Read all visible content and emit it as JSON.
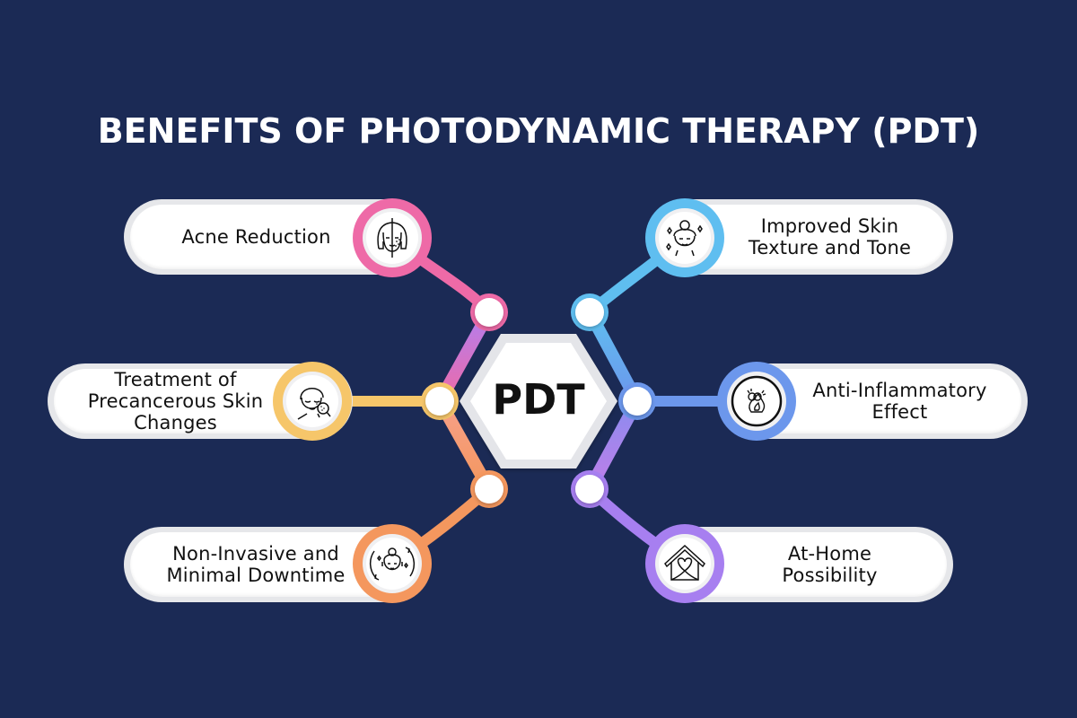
{
  "title": "BENEFITS OF PHOTODYNAMIC THERAPY (PDT)",
  "hub": {
    "label": "PDT"
  },
  "colors": {
    "background": "#1b2a55",
    "pink": "#ee6aa7",
    "sky": "#5fbef0",
    "yellow": "#f6c66a",
    "blue": "#6c97ec",
    "orange": "#f4975e",
    "purple": "#a77ff0"
  },
  "benefits": [
    {
      "id": "acne",
      "line1": "Acne Reduction",
      "line2": "",
      "line3": "",
      "icon": "half-face-acne-icon",
      "color": "pink"
    },
    {
      "id": "texture",
      "line1": "Improved Skin",
      "line2": "Texture and Tone",
      "line3": "",
      "icon": "glowing-face-towel-icon",
      "color": "sky"
    },
    {
      "id": "precancer",
      "line1": "Treatment of",
      "line2": "Precancerous Skin",
      "line3": "Changes",
      "icon": "face-magnifier-icon",
      "color": "yellow"
    },
    {
      "id": "inflammation",
      "line1": "Anti-Inflammatory",
      "line2": "Effect",
      "line3": "",
      "icon": "inflammation-fire-icon",
      "color": "blue"
    },
    {
      "id": "noninvasive",
      "line1": "Non-Invasive and",
      "line2": "Minimal Downtime",
      "line3": "",
      "icon": "relaxed-face-cycle-icon",
      "color": "orange"
    },
    {
      "id": "athome",
      "line1": "At-Home",
      "line2": "Possibility",
      "line3": "",
      "icon": "house-heart-icon",
      "color": "purple"
    }
  ]
}
